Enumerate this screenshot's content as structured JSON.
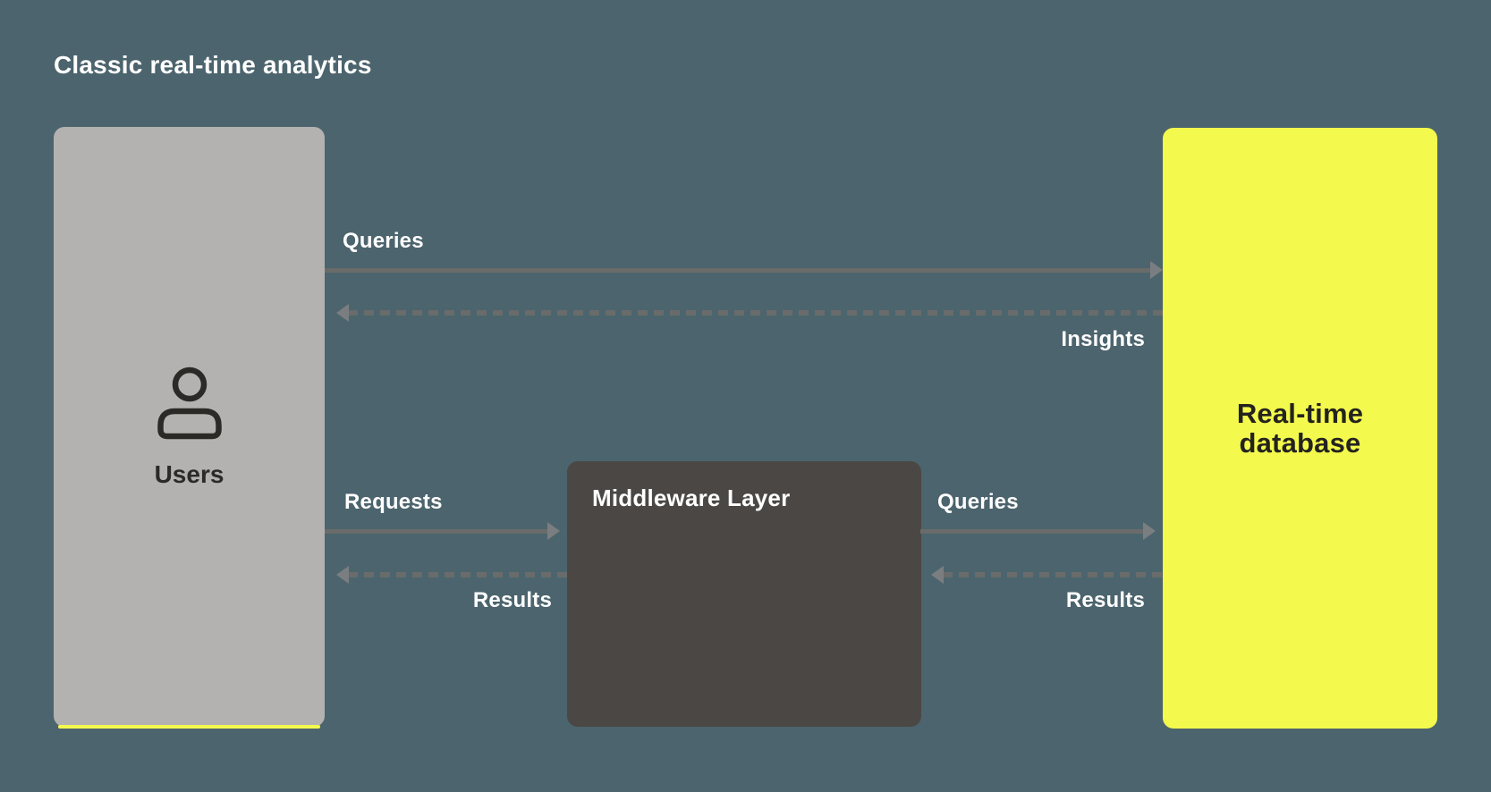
{
  "title": "Classic real-time analytics",
  "colors": {
    "background": "#4C646D",
    "users_box": "#B3B2B1",
    "middleware_box": "#4A4745",
    "database_box": "#F4FA4D",
    "arrow_line": "#696C6A",
    "arrow_head": "#7B7E80",
    "label_text": "#FFFFFF",
    "dark_text": "#24231F",
    "icon_stroke": "#2B2A27"
  },
  "nodes": {
    "users": {
      "label": "Users",
      "icon": "user-icon"
    },
    "middleware": {
      "label": "Middleware Layer"
    },
    "database": {
      "label_lines": [
        "Real-time",
        "database"
      ]
    }
  },
  "flows": [
    {
      "id": "users-to-database",
      "label": "Queries",
      "style": "solid",
      "direction": "right"
    },
    {
      "id": "database-to-users",
      "label": "Insights",
      "style": "dashed",
      "direction": "left"
    },
    {
      "id": "users-to-middleware",
      "label": "Requests",
      "style": "solid",
      "direction": "right"
    },
    {
      "id": "middleware-to-users",
      "label": "Results",
      "style": "dashed",
      "direction": "left"
    },
    {
      "id": "middleware-to-database",
      "label": "Queries",
      "style": "solid",
      "direction": "right"
    },
    {
      "id": "database-to-middleware",
      "label": "Results",
      "style": "dashed",
      "direction": "left"
    }
  ]
}
